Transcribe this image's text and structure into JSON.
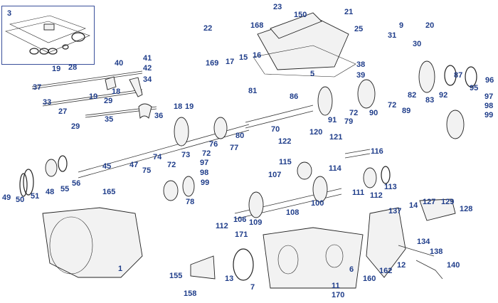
{
  "diagram": {
    "inset_label": "3",
    "callouts": {
      "c1": "1",
      "c3": "3",
      "c5": "5",
      "c6": "6",
      "c7": "7",
      "c9": "9",
      "c11": "11",
      "c12": "12",
      "c13": "13",
      "c14": "14",
      "c15": "15",
      "c16": "16",
      "c17": "17",
      "c18a": "18",
      "c18b": "18",
      "c19a": "19",
      "c19b": "19",
      "c19c": "19",
      "c20": "20",
      "c21": "21",
      "c22": "22",
      "c23": "23",
      "c25": "25",
      "c27": "27",
      "c28": "28",
      "c29a": "29",
      "c29b": "29",
      "c30": "30",
      "c31": "31",
      "c33": "33",
      "c34": "34",
      "c35": "35",
      "c36": "36",
      "c37": "37",
      "c38": "38",
      "c39": "39",
      "c40": "40",
      "c41": "41",
      "c42": "42",
      "c45": "45",
      "c47": "47",
      "c48": "48",
      "c49": "49",
      "c50": "50",
      "c51": "51",
      "c55": "55",
      "c56": "56",
      "c70": "70",
      "c72a": "72",
      "c72b": "72",
      "c72c": "72",
      "c72d": "72",
      "c73": "73",
      "c74": "74",
      "c75": "75",
      "c76": "76",
      "c77": "77",
      "c78": "78",
      "c79": "79",
      "c80": "80",
      "c81": "81",
      "c82": "82",
      "c83": "83",
      "c86": "86",
      "c87": "87",
      "c89": "89",
      "c90": "90",
      "c91": "91",
      "c92": "92",
      "c95": "95",
      "c96": "96",
      "c97a": "97",
      "c97b": "97",
      "c98a": "98",
      "c98b": "98",
      "c99a": "99",
      "c99b": "99",
      "c100": "100",
      "c106": "106",
      "c107": "107",
      "c108": "108",
      "c109": "109",
      "c111": "111",
      "c112a": "112",
      "c112b": "112",
      "c113": "113",
      "c114": "114",
      "c115": "115",
      "c116": "116",
      "c120": "120",
      "c121": "121",
      "c122": "122",
      "c127": "127",
      "c128": "128",
      "c129": "129",
      "c134": "134",
      "c137": "137",
      "c138": "138",
      "c140": "140",
      "c150": "150",
      "c155": "155",
      "c158": "158",
      "c160": "160",
      "c162": "162",
      "c165": "165",
      "c168": "168",
      "c169": "169",
      "c170": "170",
      "c171": "171"
    }
  }
}
